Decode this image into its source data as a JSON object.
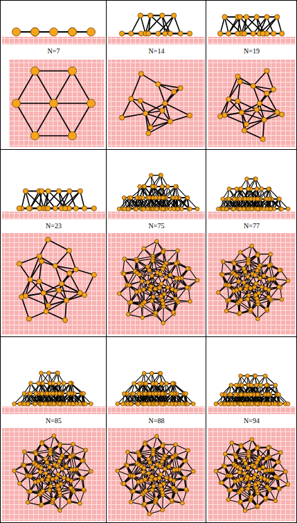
{
  "diagram": {
    "labels": [
      "N=7",
      "N=14",
      "N=19",
      "N=23",
      "N=75",
      "N=77",
      "N=85",
      "N=88",
      "N=94"
    ]
  }
}
